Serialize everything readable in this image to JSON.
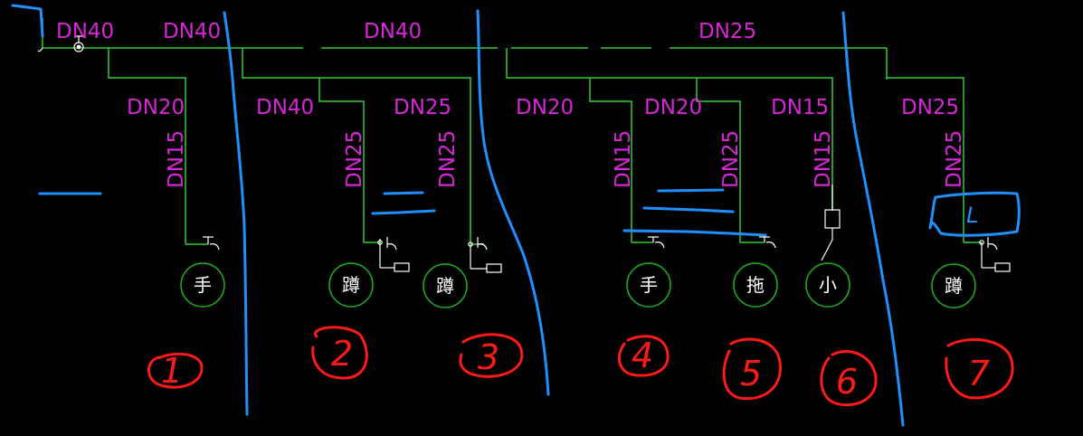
{
  "colors": {
    "background": "#000000",
    "pipe": "#33cc33",
    "pipe_label": "#d626d6",
    "fixture_circle": "#1db31d",
    "fixture_text": "#ffffff",
    "markup_blue": "#1e90ff",
    "markup_red": "#ff1a1a",
    "valve_white": "#ffffff"
  },
  "main_labels": [
    "DN40",
    "DN40",
    "DN40",
    "DN25"
  ],
  "branch_labels": [
    "DN20",
    "DN40",
    "DN25",
    "DN20",
    "DN20",
    "DN15",
    "DN25"
  ],
  "riser_labels": [
    "DN15",
    "DN25",
    "DN25",
    "DN15",
    "DN25",
    "DN15",
    "DN25"
  ],
  "fixtures": [
    "手",
    "蹲",
    "蹲",
    "手",
    "拖",
    "小",
    "蹲"
  ],
  "zone_numbers": [
    "1",
    "2",
    "3",
    "4",
    "5",
    "6",
    "7"
  ],
  "annotation": "L"
}
